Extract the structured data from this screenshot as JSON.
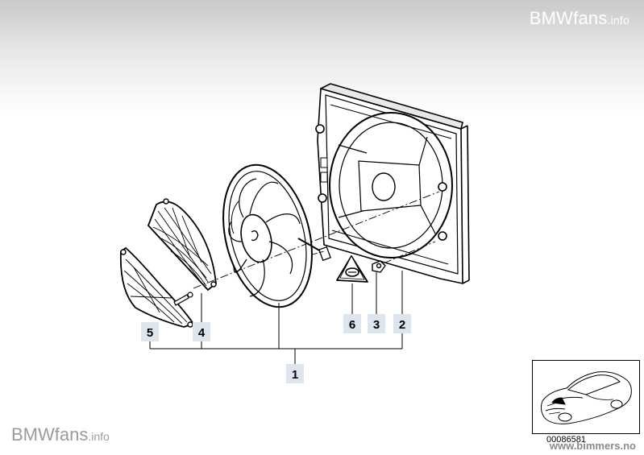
{
  "watermark_top": {
    "brand": "BMWfans",
    "suffix": ".info"
  },
  "watermark_bottom": {
    "brand": "BMWfans",
    "suffix": ".info"
  },
  "site_url": "www.bimmers.no",
  "diagram_id": "00086581",
  "callouts": [
    "1",
    "2",
    "3",
    "4",
    "5",
    "6"
  ],
  "colors": {
    "callout_bg": "#dde6ee",
    "line": "#000000"
  }
}
